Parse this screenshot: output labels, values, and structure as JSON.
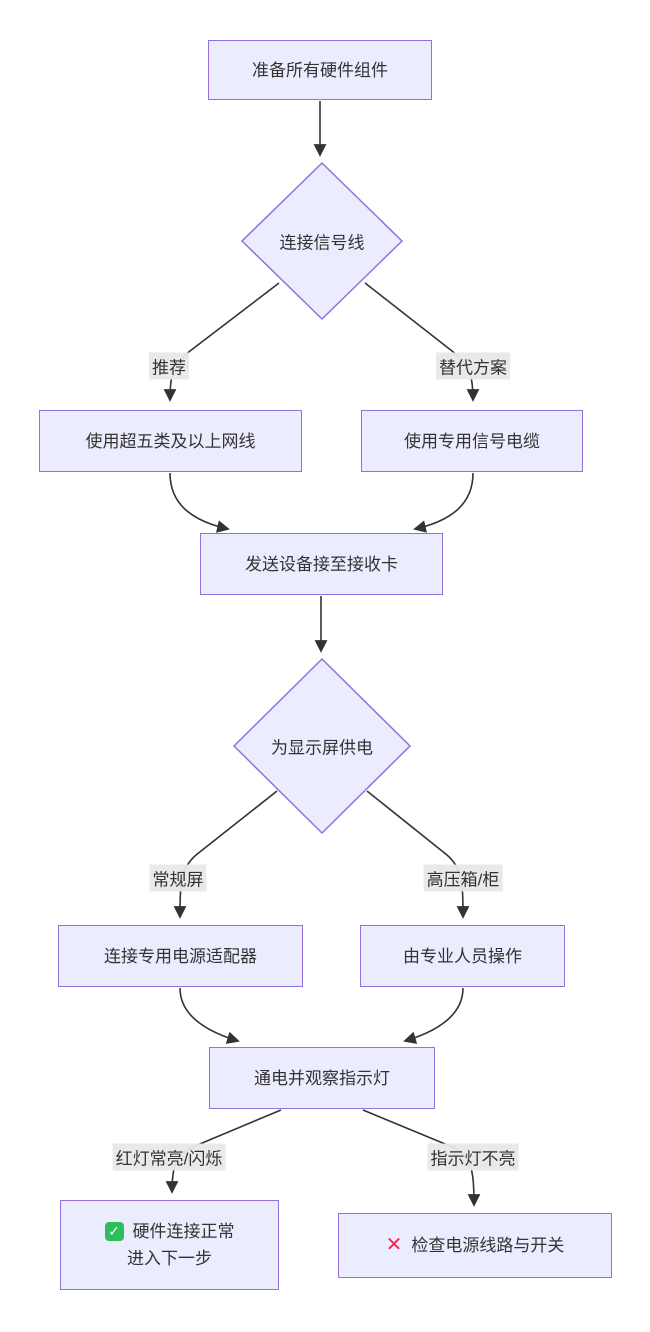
{
  "diagram": {
    "type": "flowchart",
    "direction": "top-down",
    "colors": {
      "node_fill": "#ECECFF",
      "node_border": "#9370DB",
      "edge_line": "#333333",
      "edge_label_bg": "#E8E8E8",
      "text": "#333333",
      "check_green": "#2EBD59",
      "cross_red": "#ED2D4E"
    },
    "icons": {
      "check": "✓",
      "cross": "✕"
    },
    "nodes": {
      "prepare": {
        "label": "准备所有硬件组件",
        "shape": "rect"
      },
      "connect_signal": {
        "label": "连接信号线",
        "shape": "diamond"
      },
      "cat5e": {
        "label": "使用超五类及以上网线",
        "shape": "rect"
      },
      "special_cable": {
        "label": "使用专用信号电缆",
        "shape": "rect"
      },
      "sender_to_receiver": {
        "label": "发送设备接至接收卡",
        "shape": "rect"
      },
      "power_screen": {
        "label": "为显示屏供电",
        "shape": "diamond"
      },
      "adapter": {
        "label": "连接专用电源适配器",
        "shape": "rect"
      },
      "professional": {
        "label": "由专业人员操作",
        "shape": "rect"
      },
      "observe_light": {
        "label": "通电并观察指示灯",
        "shape": "rect"
      },
      "ok": {
        "line1": "硬件连接正常",
        "line2": "进入下一步",
        "icon": "check-icon",
        "shape": "rect"
      },
      "fail": {
        "label": "检查电源线路与开关",
        "icon": "cross-icon",
        "shape": "rect"
      }
    },
    "edge_labels": {
      "recommended": "推荐",
      "alternative": "替代方案",
      "normal_screen": "常规屏",
      "high_voltage": "高压箱/柜",
      "red_light": "红灯常亮/闪烁",
      "light_off": "指示灯不亮"
    },
    "edges": [
      {
        "from": "prepare",
        "to": "connect_signal",
        "label": ""
      },
      {
        "from": "connect_signal",
        "to": "cat5e",
        "label": "推荐"
      },
      {
        "from": "connect_signal",
        "to": "special_cable",
        "label": "替代方案"
      },
      {
        "from": "cat5e",
        "to": "sender_to_receiver",
        "label": ""
      },
      {
        "from": "special_cable",
        "to": "sender_to_receiver",
        "label": ""
      },
      {
        "from": "sender_to_receiver",
        "to": "power_screen",
        "label": ""
      },
      {
        "from": "power_screen",
        "to": "adapter",
        "label": "常规屏"
      },
      {
        "from": "power_screen",
        "to": "professional",
        "label": "高压箱/柜"
      },
      {
        "from": "adapter",
        "to": "observe_light",
        "label": ""
      },
      {
        "from": "professional",
        "to": "observe_light",
        "label": ""
      },
      {
        "from": "observe_light",
        "to": "ok",
        "label": "红灯常亮/闪烁"
      },
      {
        "from": "observe_light",
        "to": "fail",
        "label": "指示灯不亮"
      }
    ]
  }
}
